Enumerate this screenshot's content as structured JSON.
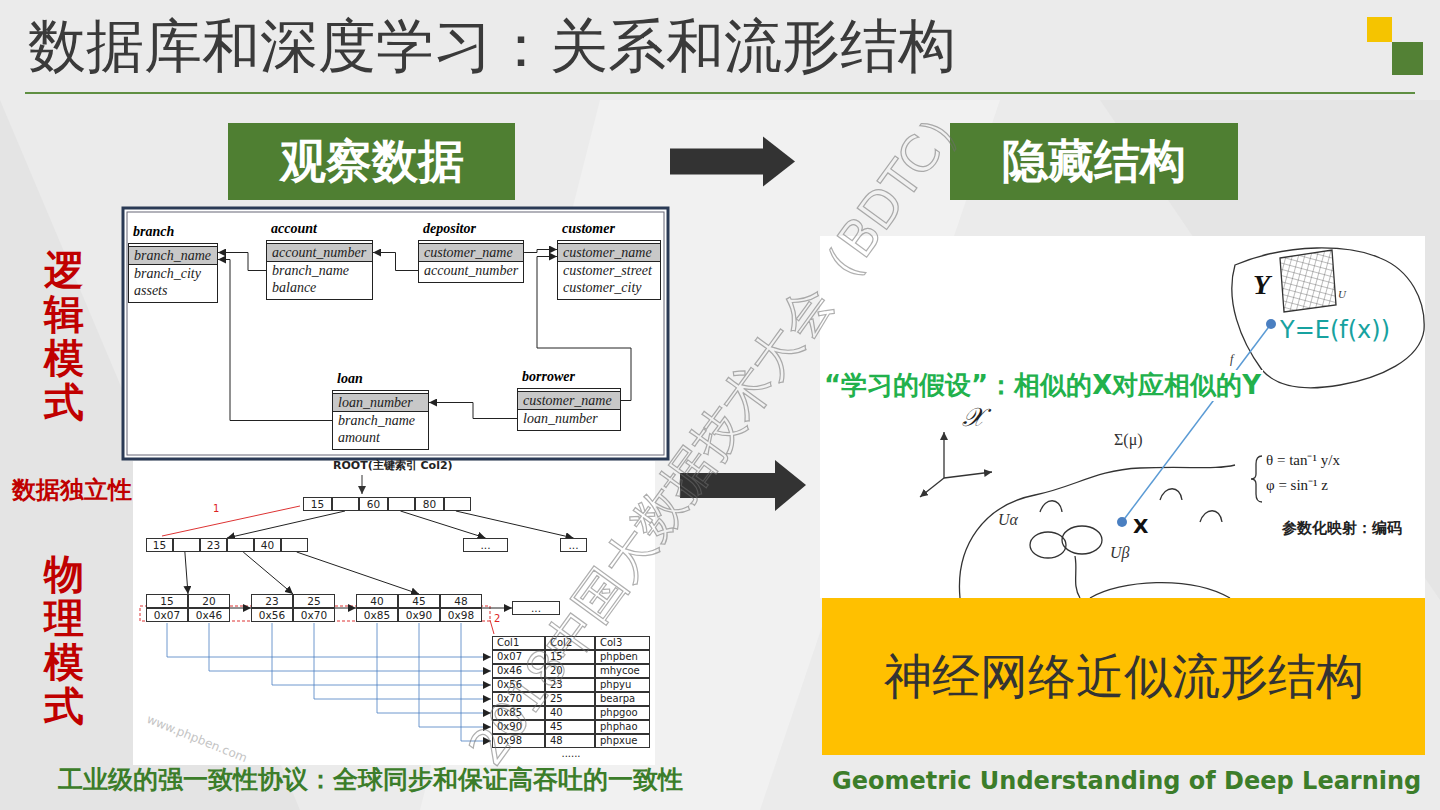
{
  "diagram": {
    "title": "数据库和深度学习：关系和流形结构",
    "nodes": [
      {
        "text": [
          "观察数据"
        ]
      },
      {
        "text": [
          "隐藏结构"
        ]
      },
      {
        "text": [
          "branch",
          "branch_name",
          "branch_city",
          "assets"
        ]
      },
      {
        "text": [
          "account",
          "account_number",
          "branch_name",
          "balance"
        ]
      },
      {
        "text": [
          "depositor",
          "customer_name",
          "account_number"
        ]
      },
      {
        "text": [
          "customer",
          "customer_name",
          "customer_street",
          "customer_city"
        ]
      },
      {
        "text": [
          "loan",
          "loan_number",
          "branch_name",
          "amount"
        ]
      },
      {
        "text": [
          "borrower",
          "customer_name",
          "loan_number"
        ]
      },
      {
        "text": [
          "15",
          "60",
          "80"
        ]
      },
      {
        "text": [
          "15",
          "23",
          "40"
        ]
      },
      {
        "text": [
          "..."
        ]
      },
      {
        "text": [
          "..."
        ]
      },
      {
        "text": [
          "15",
          "20",
          "0x07",
          "0x46"
        ]
      },
      {
        "text": [
          "23",
          "25",
          "0x56",
          "0x70"
        ]
      },
      {
        "text": [
          "40",
          "45",
          "48",
          "0x85",
          "0x90",
          "0x98"
        ]
      },
      {
        "text": [
          "..."
        ]
      },
      {
        "text": [
          "神经网络近似流形结构"
        ]
      }
    ],
    "edges": [
      {
        "from": 0,
        "to": 1,
        "arrow": "to"
      },
      {
        "from": 3,
        "to": 2,
        "arrow": "to"
      },
      {
        "from": 4,
        "to": 3,
        "arrow": "to"
      },
      {
        "from": 4,
        "to": 5,
        "arrow": "to"
      },
      {
        "from": 6,
        "to": 2,
        "arrow": "to"
      },
      {
        "from": 7,
        "to": 5,
        "arrow": "to"
      },
      {
        "from": 7,
        "to": 6,
        "arrow": "to"
      },
      {
        "from": 8,
        "to": 9,
        "arrow": "to"
      },
      {
        "from": 8,
        "to": 10,
        "arrow": "to"
      },
      {
        "from": 8,
        "to": 11,
        "arrow": "to"
      },
      {
        "from": 9,
        "to": 12,
        "arrow": "to"
      },
      {
        "from": 9,
        "to": 13,
        "arrow": "to"
      },
      {
        "from": 9,
        "to": 14,
        "arrow": "to"
      },
      {
        "from": 12,
        "to": 13,
        "arrow": "to"
      },
      {
        "from": 13,
        "to": 14,
        "arrow": "to"
      },
      {
        "from": 14,
        "to": 15,
        "arrow": "to"
      }
    ],
    "labels": [
      "逻辑模式",
      "数据独立性",
      "物理模式",
      "ROOT(主键索引 Col2)",
      "1",
      "2",
      "Col1",
      "Col2",
      "Col3",
      "0x07",
      "15",
      "phpben",
      "0x46",
      "20",
      "mhycoe",
      "0x56",
      "23",
      "phpyu",
      "0x70",
      "25",
      "bearpa",
      "0x85",
      "40",
      "phpgoo",
      "0x90",
      "45",
      "phphao",
      "0x98",
      "48",
      "phpxue",
      "......",
      "www.phpben.com",
      "“学习的假设”：相似的X对应相似的Y",
      "Y",
      "Y=E(f(x))",
      "U",
      "f",
      "𝒳",
      "Σ(μ)",
      "θ = tan⁻¹ y/x",
      "φ = sin⁻¹ z",
      "参数化映射：编码",
      "Uα",
      "Uβ",
      "X",
      "工业级的强一致性协议：全球同步和保证高吞吐的一致性",
      "Geometric Understanding of Deep Learning",
      "2018中国大数据技术大会（BDTC）"
    ]
  }
}
